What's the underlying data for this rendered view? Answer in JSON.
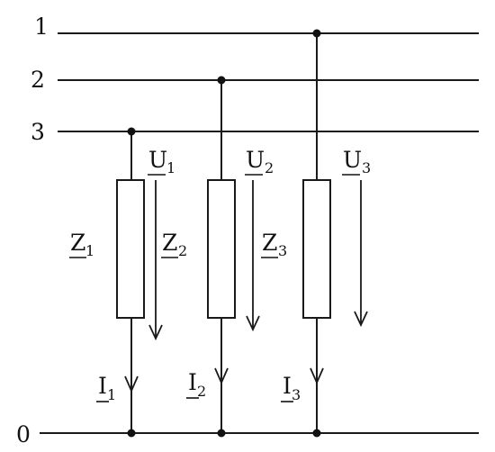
{
  "bus_labels": {
    "line1": "1",
    "line2": "2",
    "line3": "3",
    "neutral": "0"
  },
  "phases": [
    {
      "impedance": {
        "sym": "Z",
        "sub": "1"
      },
      "voltage": {
        "sym": "U",
        "sub": "1"
      },
      "current": {
        "sym": "I",
        "sub": "1"
      }
    },
    {
      "impedance": {
        "sym": "Z",
        "sub": "2"
      },
      "voltage": {
        "sym": "U",
        "sub": "2"
      },
      "current": {
        "sym": "I",
        "sub": "2"
      }
    },
    {
      "impedance": {
        "sym": "Z",
        "sub": "3"
      },
      "voltage": {
        "sym": "U",
        "sub": "3"
      },
      "current": {
        "sym": "I",
        "sub": "3"
      }
    }
  ]
}
